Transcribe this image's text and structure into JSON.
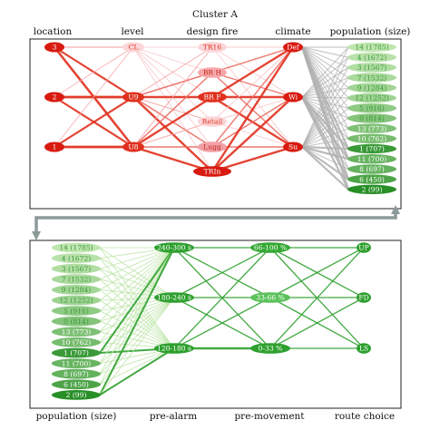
{
  "title": "Cluster A",
  "headers_top": {
    "location": "location",
    "level": "level",
    "design_fire": "design fire",
    "climate": "climate",
    "population": "population (size)"
  },
  "headers_bottom": {
    "population": "population (size)",
    "pre_alarm": "pre-alarm",
    "pre_movement": "pre-movement",
    "route_choice": "route choice"
  },
  "colors": {
    "red": "#e0301e",
    "red_dark": "#d81a10",
    "pink": "#f7a8ab",
    "pink_light": "#fbd5d7",
    "green": "#2ea02e",
    "green_light": "#c8eeb2",
    "gray_edge": "#b0b0b0",
    "arrow": "#8c9a98"
  },
  "location_nodes": [
    "3",
    "2",
    "1"
  ],
  "level_nodes": [
    "CL",
    "U9",
    "U8"
  ],
  "fire_nodes": [
    "TR16",
    "BR H",
    "BR F",
    "Retail",
    "Lugg",
    "TRIn"
  ],
  "climate_nodes": [
    "Def",
    "Wi",
    "Su"
  ],
  "population_nodes": [
    {
      "label": "14 (1785)",
      "shade": 0.12
    },
    {
      "label": "4 (1672)",
      "shade": 0.16
    },
    {
      "label": "3 (1567)",
      "shade": 0.2
    },
    {
      "label": "7 (1532)",
      "shade": 0.24
    },
    {
      "label": "9 (1284)",
      "shade": 0.28
    },
    {
      "label": "12 (1252)",
      "shade": 0.3
    },
    {
      "label": "5 (916)",
      "shade": 0.38
    },
    {
      "label": "0 (814)",
      "shade": 0.44
    },
    {
      "label": "13 (773)",
      "shade": 0.48
    },
    {
      "label": "10 (762)",
      "shade": 0.52
    },
    {
      "label": "1 (707)",
      "shade": 0.85
    },
    {
      "label": "11 (700)",
      "shade": 0.6
    },
    {
      "label": "8 (697)",
      "shade": 0.62
    },
    {
      "label": "6 (450)",
      "shade": 0.75
    },
    {
      "label": "2 (99)",
      "shade": 0.95
    }
  ],
  "pre_alarm_nodes": [
    "240-300 s",
    "180-240 s",
    "120-180 s"
  ],
  "pre_movement_nodes": [
    "66-100 %",
    "33-66 %",
    "0-33 %"
  ],
  "route_nodes": [
    "UP",
    "FD",
    "LS"
  ]
}
